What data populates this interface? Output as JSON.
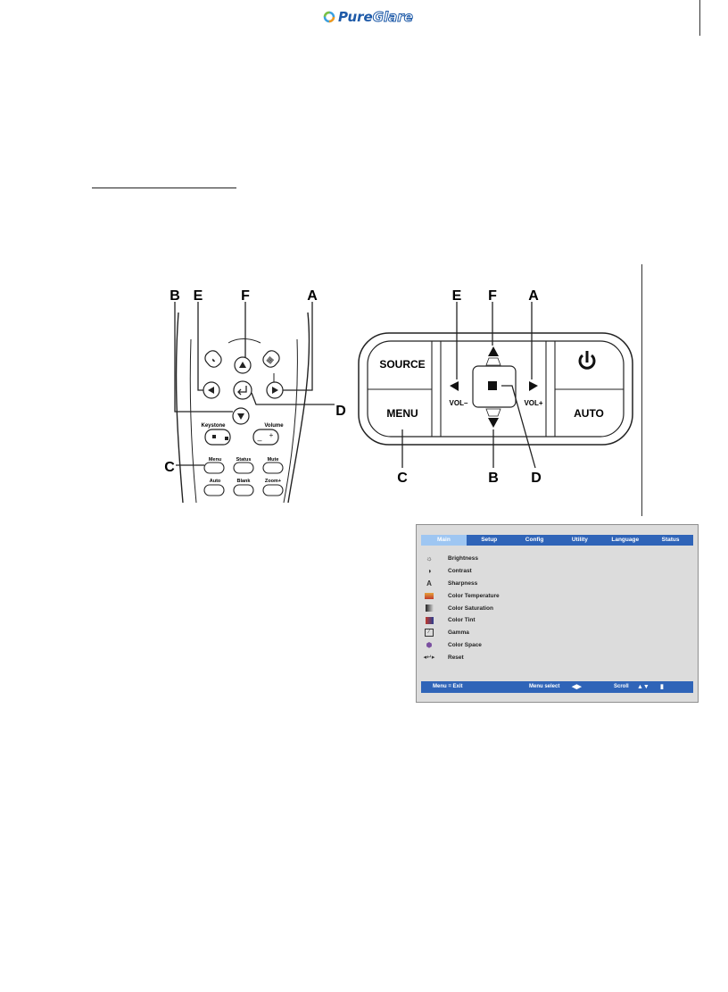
{
  "header": {
    "logo_text_a": "Pure",
    "logo_text_b": "Glare"
  },
  "remote": {
    "callouts": [
      "B",
      "E",
      "F",
      "A",
      "D",
      "C"
    ],
    "button_labels": {
      "keystone": "Keystone",
      "volume": "Volume",
      "menu": "Menu",
      "status": "Status",
      "mute": "Mute",
      "auto": "Auto",
      "blank": "Blank",
      "zoom": "Zoom+"
    }
  },
  "panel": {
    "callouts": [
      "E",
      "F",
      "A",
      "C",
      "B",
      "D"
    ],
    "source_label": "SOURCE",
    "menu_label": "MENU",
    "auto_label": "AUTO",
    "vol_minus_label": "VOL–",
    "vol_plus_label": "VOL+"
  },
  "osd": {
    "tabs": [
      "Main",
      "Setup",
      "Config",
      "Utility",
      "Language",
      "Status"
    ],
    "active_tab": "Main",
    "items": [
      {
        "icon": "sun-icon",
        "label": "Brightness"
      },
      {
        "icon": "contrast-icon",
        "label": "Contrast"
      },
      {
        "icon": "sharpness-icon",
        "label": "Sharpness"
      },
      {
        "icon": "color-temperature-icon",
        "label": "Color Temperature"
      },
      {
        "icon": "color-saturation-icon",
        "label": "Color Saturation"
      },
      {
        "icon": "color-tint-icon",
        "label": "Color Tint"
      },
      {
        "icon": "gamma-icon",
        "label": "Gamma"
      },
      {
        "icon": "color-space-icon",
        "label": "Color Space"
      },
      {
        "icon": "reset-icon",
        "label": "Reset"
      }
    ],
    "footer": {
      "exit": "Menu = Exit",
      "menu_select": "Menu select",
      "scroll": "Scroll"
    }
  }
}
